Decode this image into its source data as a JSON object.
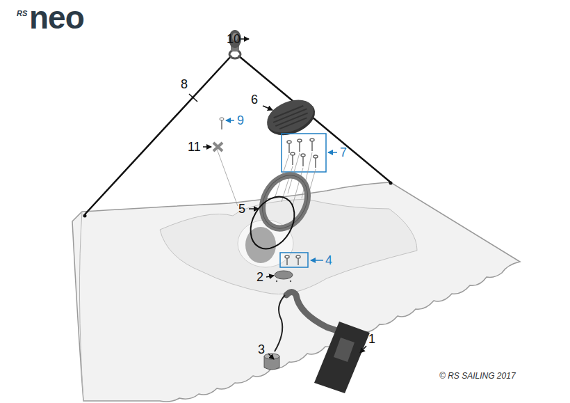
{
  "diagram": {
    "labels": [
      "RS",
      "neo",
      "10",
      "8",
      "6",
      "9",
      "11",
      "7",
      "5",
      "4",
      "2",
      "3",
      "1",
      "© RS SAILING 2017"
    ]
  }
}
